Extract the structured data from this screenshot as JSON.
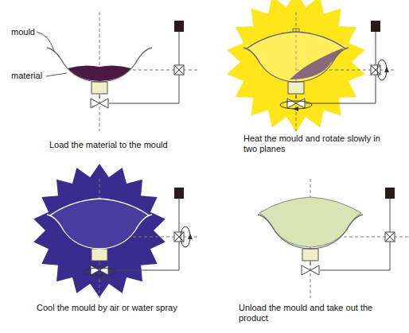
{
  "diagram": {
    "labels": [
      "mould",
      "material",
      "Load the material to the mould",
      "Heat the mould and rotate slowly in two planes",
      "Cool the mould by air or water spray",
      "Unload the mould and take out the product"
    ]
  }
}
